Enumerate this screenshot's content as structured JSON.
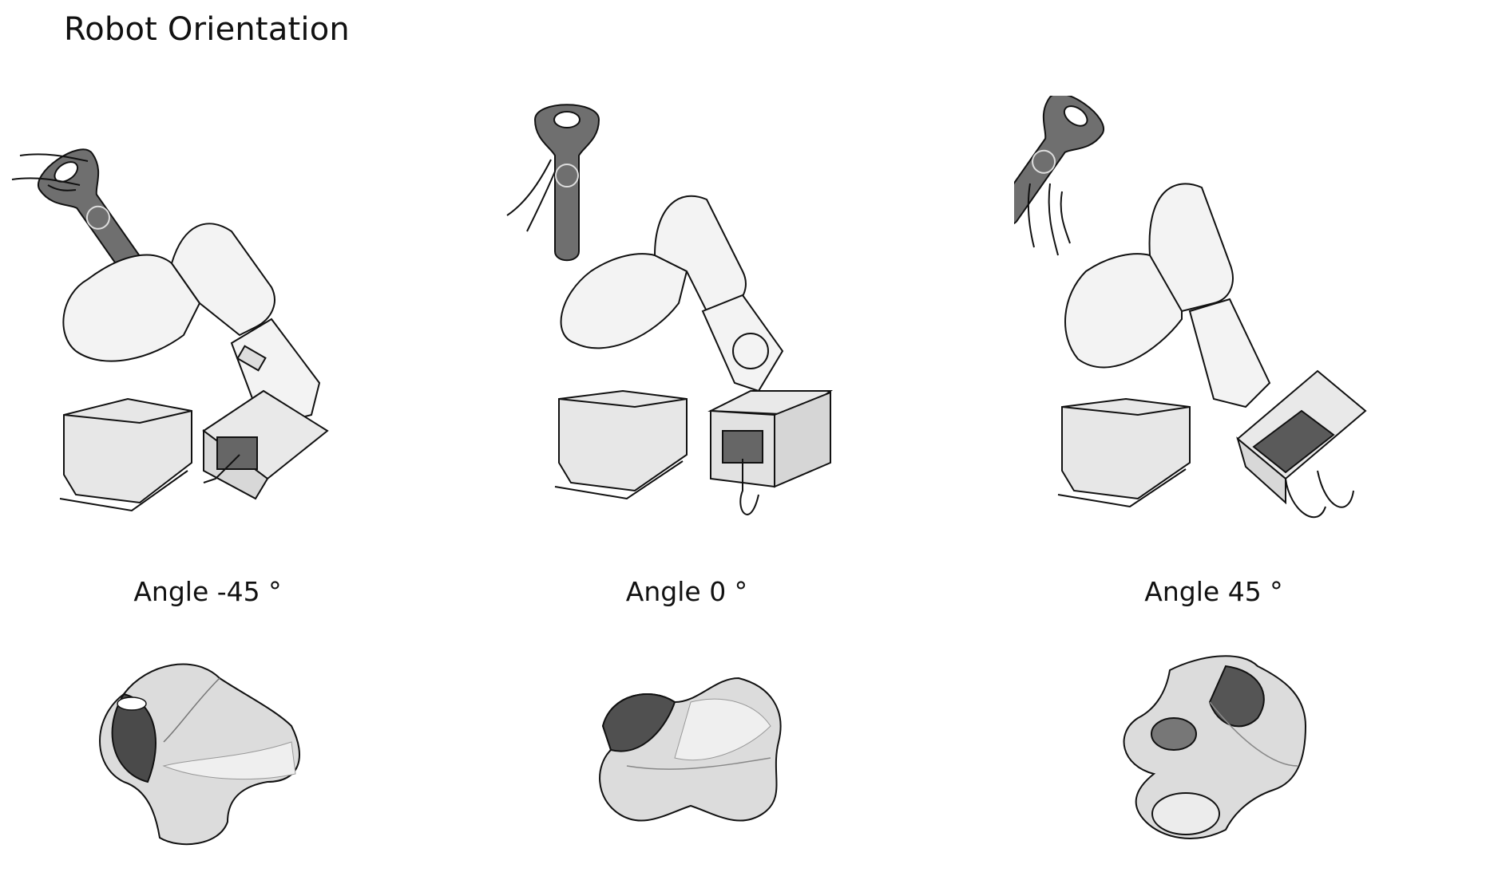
{
  "title": "Robot Orientation",
  "panels": [
    {
      "angle_label": "Angle -45 °"
    },
    {
      "angle_label": "Angle 0 °"
    },
    {
      "angle_label": "Angle 45 °"
    }
  ],
  "icons": [
    "vr-controller-icon",
    "hand-icon",
    "robot-arm-icon",
    "mold-box-icon",
    "node-piece-icon"
  ],
  "colors": {
    "line": "#111111",
    "controller": "#6f6f6f",
    "robot": "#f3f3f3",
    "shadow": "#9a9a9a",
    "dark": "#555555"
  }
}
